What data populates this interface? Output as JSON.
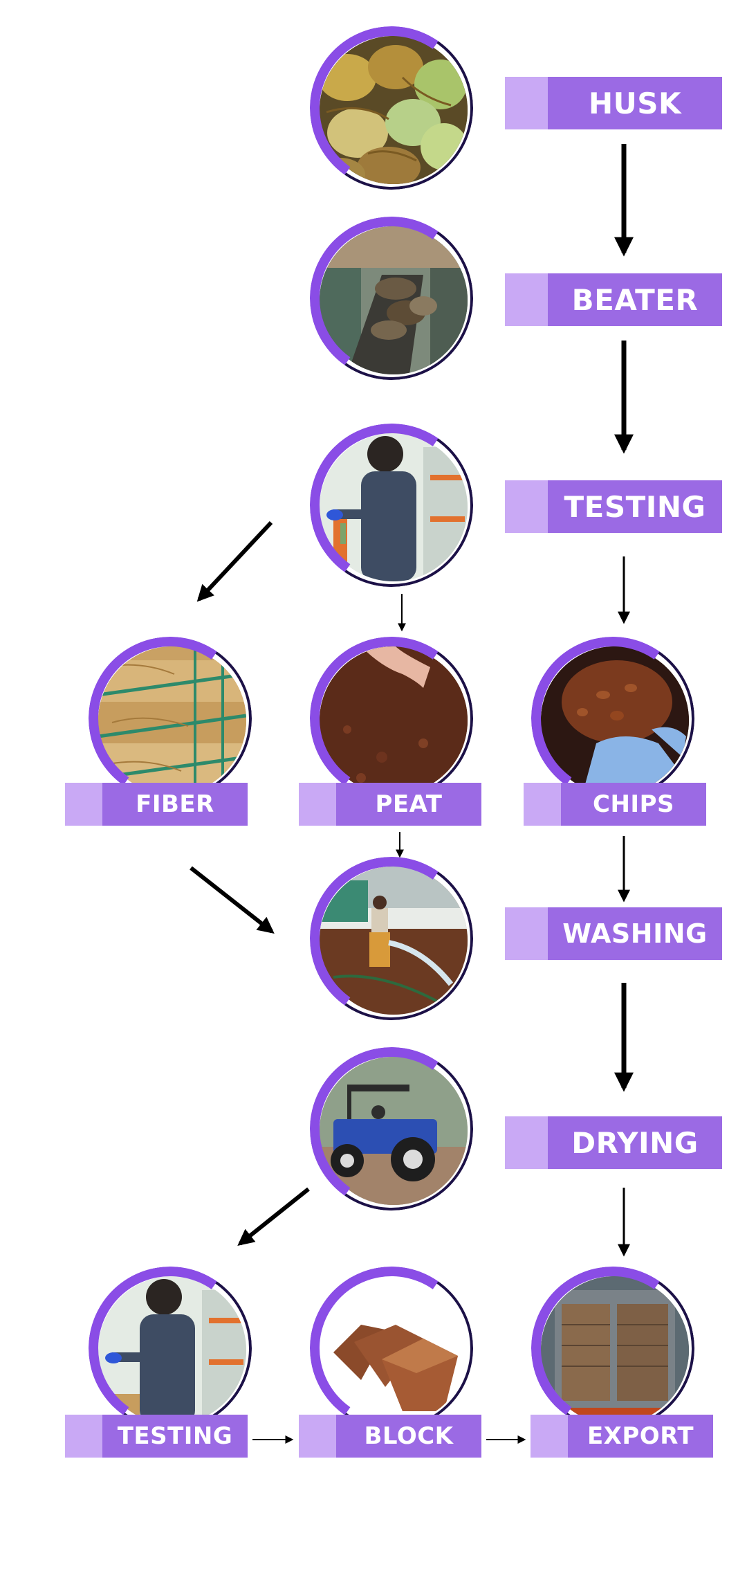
{
  "colors": {
    "label_bg": "#9b6ae4",
    "label_tab": "#c9a9f5",
    "ring_purple": "#8a4de6",
    "ring_dark": "#1c1147",
    "arrow": "#000000"
  },
  "steps": {
    "husk": {
      "label": "HUSK",
      "image": "coconut husks photo"
    },
    "beater": {
      "label": "BEATER",
      "image": "husk beater machine photo"
    },
    "testing": {
      "label": "TESTING",
      "image": "worker testing coir sample photo"
    },
    "fiber": {
      "label": "FIBER",
      "image": "coir fiber bales photo"
    },
    "peat": {
      "label": "PEAT",
      "image": "coco peat in hand photo"
    },
    "chips": {
      "label": "CHIPS",
      "image": "coco chips in gloved hand photo"
    },
    "washing": {
      "label": "WASHING",
      "image": "worker washing coir field photo"
    },
    "drying": {
      "label": "DRYING",
      "image": "tractor drying coir photo"
    },
    "testing2": {
      "label": "TESTING",
      "image": "worker testing sample photo"
    },
    "block": {
      "label": "BLOCK",
      "image": "coco peat blocks photo"
    },
    "export": {
      "label": "EXPORT",
      "image": "export container loaded photo"
    }
  }
}
